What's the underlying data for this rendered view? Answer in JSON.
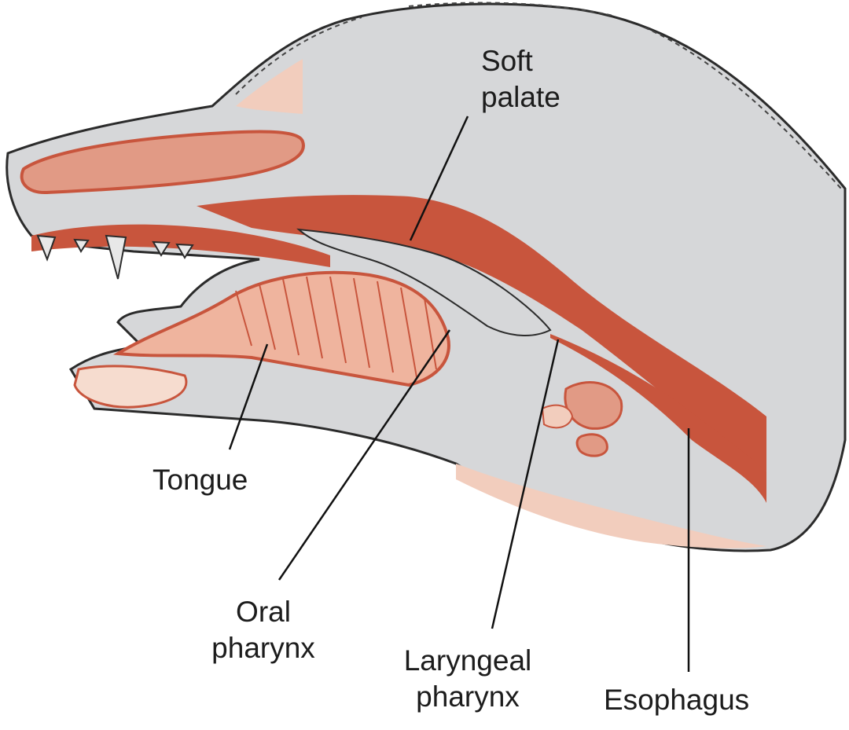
{
  "labels": {
    "soft_palate": [
      "Soft",
      "palate"
    ],
    "tongue": "Tongue",
    "oral_pharynx": [
      "Oral",
      "pharynx"
    ],
    "laryngeal_pharynx": [
      "Laryngeal",
      "pharynx"
    ],
    "esophagus": "Esophagus"
  },
  "colors": {
    "head_gray": "#d6d7d9",
    "muscle_red": "#c8553d",
    "tissue_light": "#e19a85",
    "tissue_pale": "#f2cdbd",
    "outline": "#2b2b2b",
    "leader": "#111111"
  }
}
